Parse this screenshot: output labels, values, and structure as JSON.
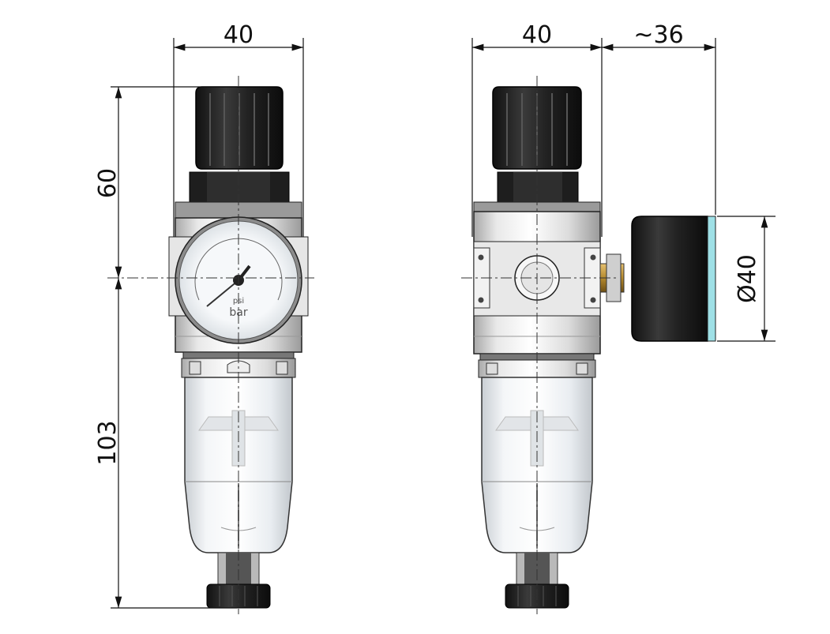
{
  "front_view": {
    "width_dim": "40",
    "upper_height_dim": "60",
    "lower_height_dim": "103",
    "gauge_unit_small": "psi",
    "gauge_unit_main": "bar"
  },
  "side_view": {
    "width_dim": "40",
    "gauge_offset_dim": "~36",
    "gauge_diameter_dim": "Ø40"
  },
  "colors": {
    "line": "#111111",
    "knob": "#1b1b1b",
    "metal": "#d8d8d8",
    "bowl": "#eef2f6",
    "brass": "#b58a2e",
    "gauge_face": "#f4f6f8",
    "gauge_lens": "#9fe0e6"
  },
  "icons": [
    "pressure-gauge-icon",
    "knob-icon"
  ]
}
